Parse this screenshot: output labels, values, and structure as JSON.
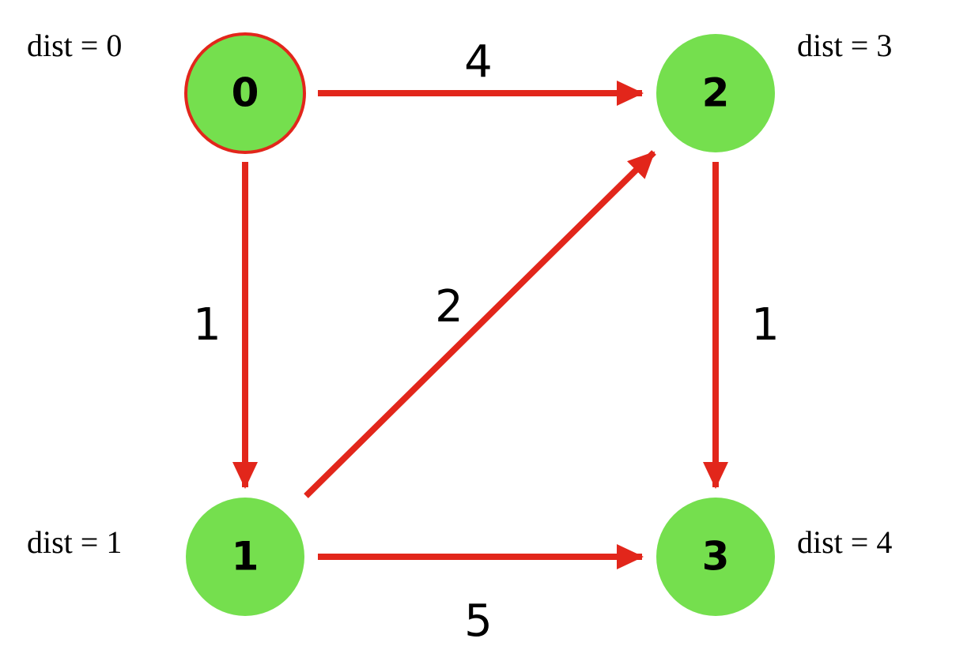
{
  "colors": {
    "node_fill": "#75df4e",
    "start_node_stroke": "#e2261b",
    "edge": "#e2261b",
    "text": "#000000"
  },
  "nodes": [
    {
      "id": "0",
      "label": "0",
      "dist_label": "dist = 0",
      "is_start": true
    },
    {
      "id": "1",
      "label": "1",
      "dist_label": "dist = 1",
      "is_start": false
    },
    {
      "id": "2",
      "label": "2",
      "dist_label": "dist = 3",
      "is_start": false
    },
    {
      "id": "3",
      "label": "3",
      "dist_label": "dist = 4",
      "is_start": false
    }
  ],
  "edges": [
    {
      "from": "0",
      "to": "2",
      "weight": "4"
    },
    {
      "from": "0",
      "to": "1",
      "weight": "1"
    },
    {
      "from": "1",
      "to": "2",
      "weight": "2"
    },
    {
      "from": "2",
      "to": "3",
      "weight": "1"
    },
    {
      "from": "1",
      "to": "3",
      "weight": "5"
    }
  ]
}
